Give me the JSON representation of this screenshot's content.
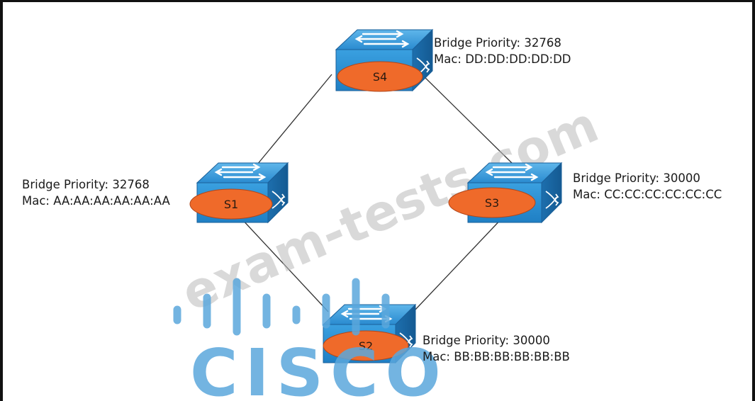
{
  "switches": [
    {
      "id": "S4",
      "name": "S4",
      "priority_label": "Bridge Priority: 32768",
      "mac_label": "Mac: DD:DD:DD:DD:DD"
    },
    {
      "id": "S1",
      "name": "S1",
      "priority_label": "Bridge Priority: 32768",
      "mac_label": "Mac: AA:AA:AA:AA:AA:AA"
    },
    {
      "id": "S3",
      "name": "S3",
      "priority_label": "Bridge Priority: 30000",
      "mac_label": "Mac: CC:CC:CC:CC:CC:CC"
    },
    {
      "id": "S2",
      "name": "S2",
      "priority_label": "Bridge Priority: 30000",
      "mac_label": "Mac: BB:BB:BB:BB:BB:BB"
    }
  ],
  "links": [
    [
      "S4",
      "S1"
    ],
    [
      "S4",
      "S3"
    ],
    [
      "S1",
      "S2"
    ],
    [
      "S3",
      "S2"
    ]
  ],
  "watermark": {
    "text": "exam-tests.com",
    "logo_text": "CISCO"
  },
  "colors": {
    "switch_top": "#2b8fd3",
    "switch_front": "#2a93d6",
    "oval": "#ef6a2a",
    "link": "#333333",
    "logo": "#5aa7dc"
  }
}
